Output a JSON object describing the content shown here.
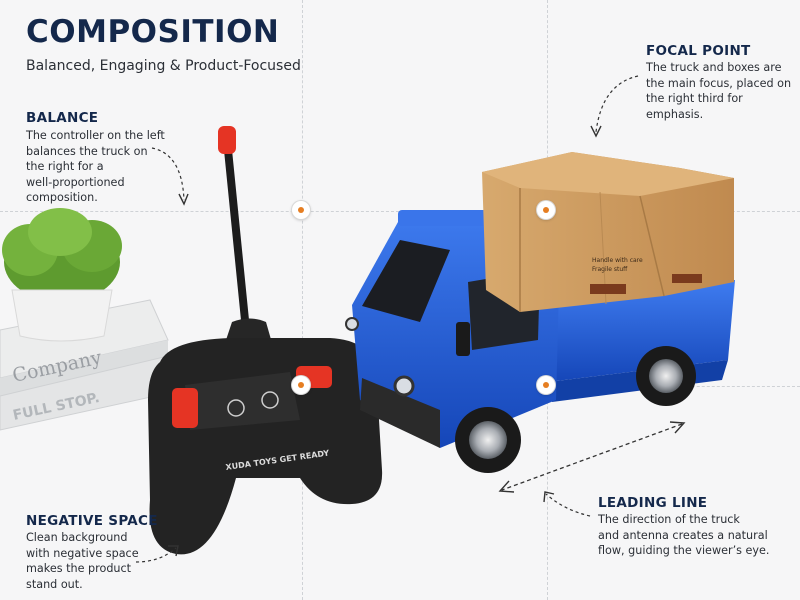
{
  "title": "COMPOSITION",
  "subtitle": "Balanced, Engaging & Product-Focused",
  "notes": {
    "balance": {
      "heading": "BALANCE",
      "lines": [
        "The controller on the left",
        "balances the truck on",
        "the right for a",
        "well-proportioned",
        "composition."
      ]
    },
    "focal_point": {
      "heading": "FOCAL POINT",
      "lines": [
        "The truck and boxes are",
        "the main focus, placed on",
        "the right third for emphasis."
      ]
    },
    "leading_line": {
      "heading": "LEADING LINE",
      "lines": [
        "The direction of the truck",
        "and antenna creates a natural",
        "flow, guiding the viewer’s eye."
      ]
    },
    "negative_space": {
      "heading": "NEGATIVE SPACE",
      "lines": [
        "Clean background",
        "with negative space",
        "makes the product",
        "stand out."
      ]
    }
  },
  "photo": {
    "book_text": [
      "Company",
      "FULL STOP."
    ],
    "controller_brand": "XUDA TOYS GET READY",
    "box_text": [
      "Handle with care",
      "Fragile stuff"
    ]
  },
  "colors": {
    "accent": "#e67e22",
    "heading": "#14284b",
    "truck": "#1f5bd6",
    "box": "#c9955a",
    "controller": "#222222"
  }
}
